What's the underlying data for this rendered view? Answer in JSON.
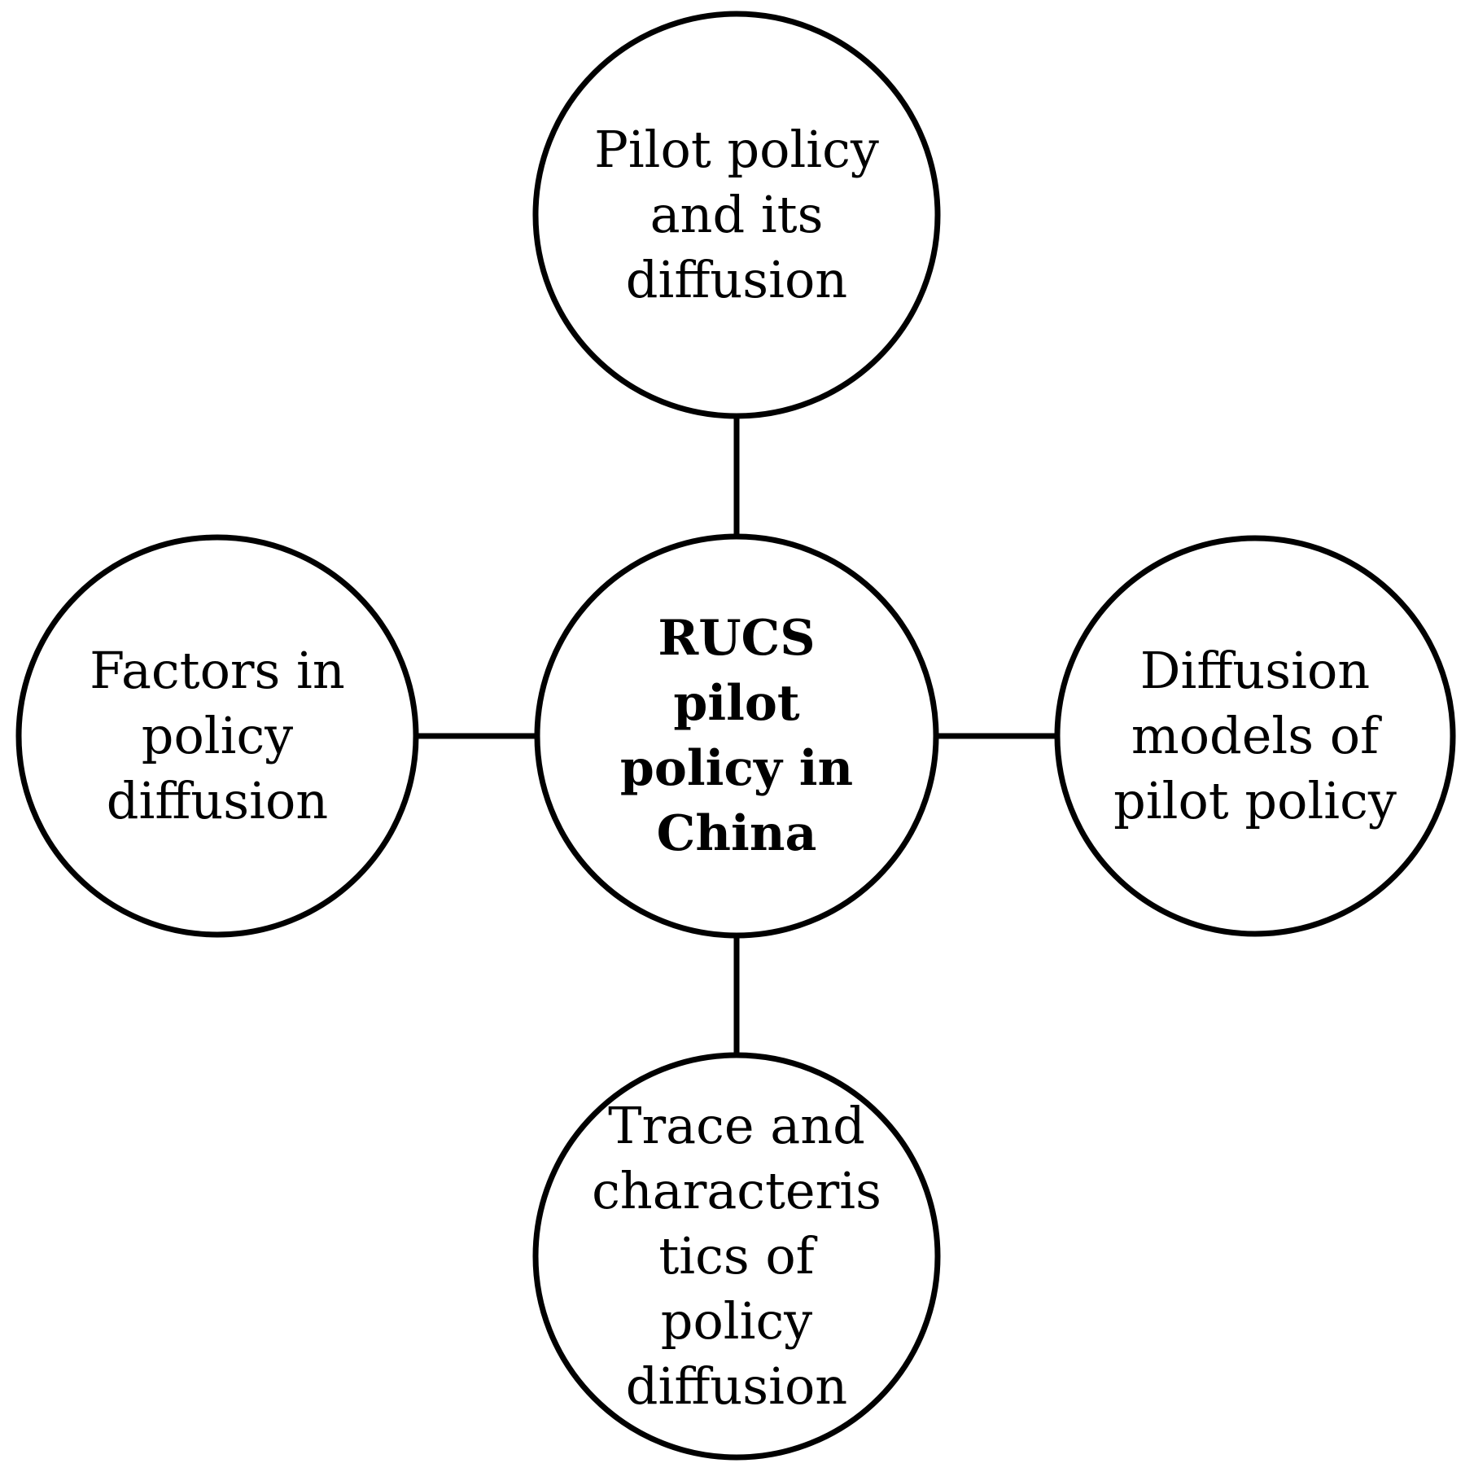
{
  "colors": {
    "stroke": "#000000",
    "fill": "#ffffff",
    "text": "#000000"
  },
  "nodes": {
    "center": {
      "lines": [
        "RUCS",
        "pilot",
        "policy in",
        "China"
      ],
      "bold": true
    },
    "top": {
      "lines": [
        "Pilot policy",
        "and its",
        "diffusion"
      ]
    },
    "left": {
      "lines": [
        "Factors in",
        "policy",
        "diffusion"
      ]
    },
    "right": {
      "lines": [
        "Diffusion",
        "models of",
        "pilot policy"
      ]
    },
    "bottom": {
      "lines": [
        "Trace and",
        "characteris",
        "tics of",
        "policy",
        "diffusion"
      ]
    }
  }
}
